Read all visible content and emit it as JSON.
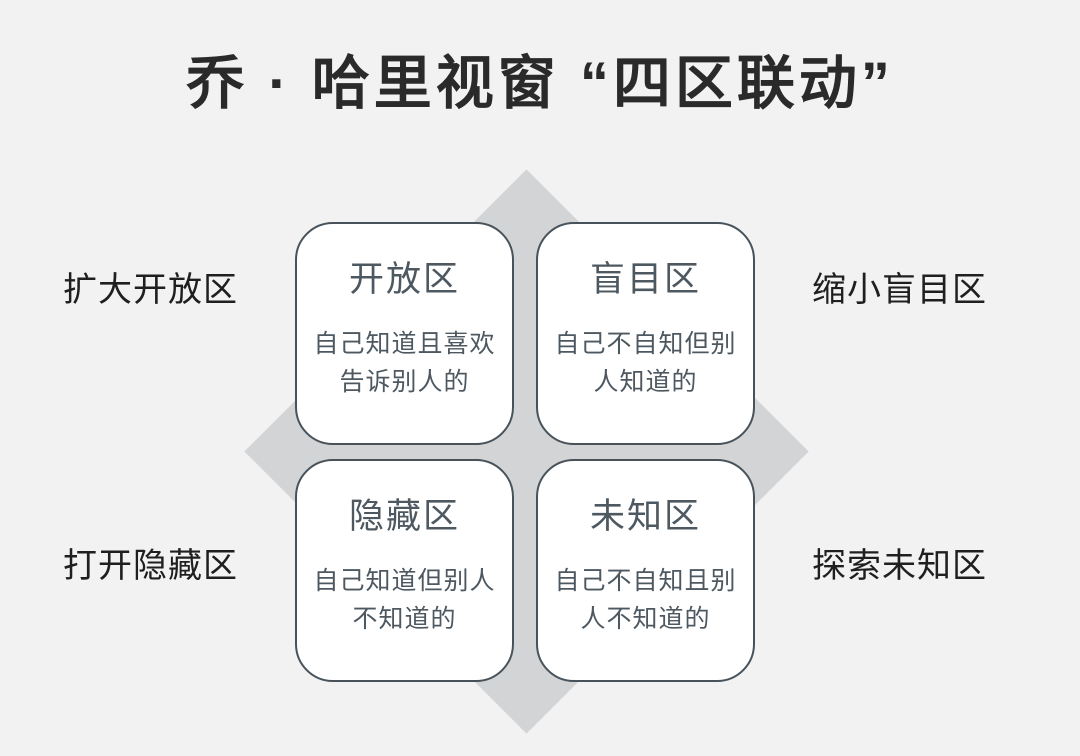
{
  "title": "乔 · 哈里视窗 “四区联动”",
  "colors": {
    "page_background": "#f2f2f2",
    "diamond_fill": "#d3d4d6",
    "box_fill": "#ffffff",
    "box_border": "#47525a",
    "box_text": "#4e5860",
    "heading_text": "#2a2a2a",
    "label_text": "#1f1f1f"
  },
  "quadrants": [
    {
      "id": "open",
      "title": "开放区",
      "desc_line1": "自己知道且喜欢",
      "desc_line2": "告诉别人的"
    },
    {
      "id": "blind",
      "title": "盲目区",
      "desc_line1": "自己不自知但别",
      "desc_line2": "人知道的"
    },
    {
      "id": "hidden",
      "title": "隐藏区",
      "desc_line1": "自己知道但别人",
      "desc_line2": "不知道的"
    },
    {
      "id": "unknown",
      "title": "未知区",
      "desc_line1": "自己不自知且别",
      "desc_line2": "人不知道的"
    }
  ],
  "action_labels": [
    {
      "id": "expand-open",
      "text": "扩大开放区"
    },
    {
      "id": "shrink-blind",
      "text": "缩小盲目区"
    },
    {
      "id": "open-hidden",
      "text": "打开隐藏区"
    },
    {
      "id": "explore-unknown",
      "text": "探索未知区"
    }
  ]
}
